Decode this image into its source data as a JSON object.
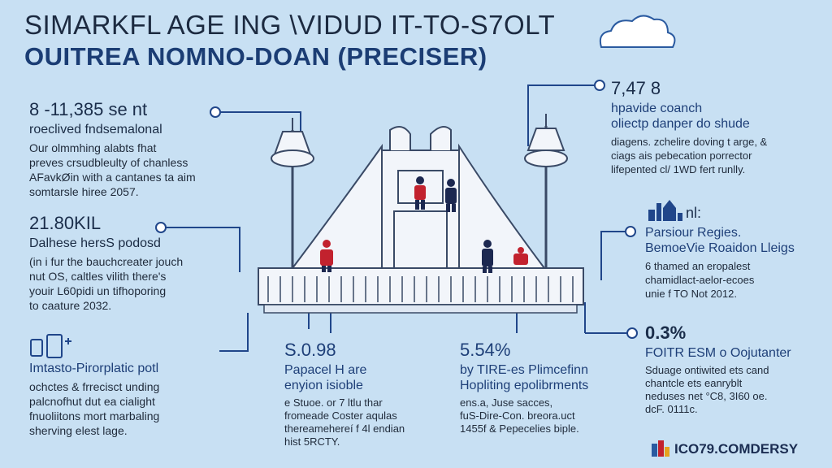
{
  "title": {
    "line1": "SIMARKFL AGE ING \\VIDUD IT-TO-S7OLT",
    "line2": "OUITREA NOMNO-DOAN (PRECISER)"
  },
  "blocks": {
    "top_left": {
      "number": "8 -11,385 se nt",
      "heading": "roeclived fndsemalonal",
      "lines": [
        "Our olmmhing alabts fhat",
        "preves crsudbleulty of chanless",
        "AFavkØin with a cantanes ta aim",
        "somtarsle hiree 2057."
      ]
    },
    "mid_left": {
      "number": "21.80KIL",
      "heading": "Dalhese hersS podosd",
      "lines": [
        "(in i fur the bauchcreater jouch",
        "nut OS, caltles vilith there's",
        "youir L60pidi un tifhoporing",
        "to caature 2032."
      ]
    },
    "bottom_left": {
      "heading": "Imtasto-Pirorplatic potl",
      "lines": [
        "ochctes & frrecisct unding",
        "palcnofhut dut ea cialight",
        "fnuoliitons mort marbaling",
        "sherving elest lage."
      ]
    },
    "bottom_center_left": {
      "number": "S.0.98",
      "heading": "Papacel H are",
      "heading2": "enyion isioble",
      "lines": [
        "e Stuoe. or 7 ltlu thar",
        "fromeade Coster aqulas",
        "thereamehereí f 4l endian",
        "hist 5RCTY."
      ]
    },
    "bottom_center_right": {
      "number": "5.54%",
      "heading": "by TIRE-es Plimcefinn",
      "heading2": "Hopliting epolibrments",
      "lines": [
        "ens.a, Juse sacces,",
        "fuS-Dire-Con. breora.uct",
        "1455f & Pepecelies biple."
      ]
    },
    "top_right": {
      "number": "7,47 8",
      "heading": "hpavide coanch",
      "heading2": "oliectp danper do shude",
      "lines": [
        "diagens. zchelire doving t arge, &",
        "ciags ais pebecation porrector",
        "lifepented cl/ 1WD fert runlly."
      ]
    },
    "mid_right": {
      "number": "nl:",
      "heading": "Parsiour Regies.",
      "heading2": "BemoeVie Roaidon Lleigs",
      "lines": [
        "6 thamed an eropalest",
        "chamidlact-aelor-ecoes",
        "unie f TO Not 2012."
      ]
    },
    "bottom_right": {
      "number": "0.3%",
      "heading": "FOITR ESM o Oojutanter",
      "lines": [
        "Sduage ontiwited ets cand",
        "chantcle ets eanryblt",
        "neduses net °C8, 3I60 oe.",
        "dcF. 0111c."
      ]
    }
  },
  "footer": {
    "logo_text": "ICO79.COMDERSY"
  },
  "colors": {
    "background": "#c8e0f3",
    "accent_blue": "#1e3f78",
    "line_blue": "#20468a",
    "bridge_white": "#f2f5fa",
    "figure_red": "#c2222e",
    "figure_navy": "#1c2850"
  }
}
